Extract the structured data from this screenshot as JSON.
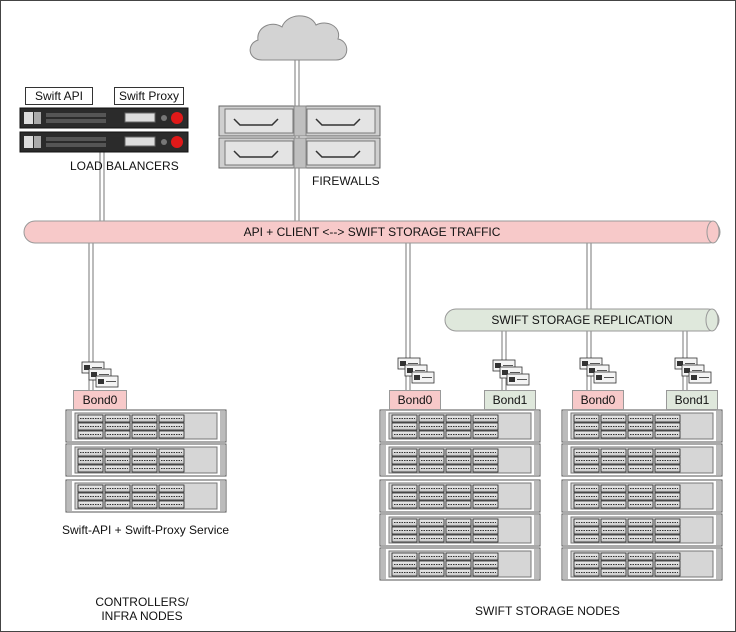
{
  "load_balancers": {
    "title": "LOAD BALANCERS",
    "tags": [
      "Swift API",
      "Swift Proxy"
    ]
  },
  "firewalls": {
    "title": "FIREWALLS"
  },
  "networks": {
    "traffic": "API + CLIENT <--> SWIFT STORAGE TRAFFIC",
    "replication": "SWIFT STORAGE REPLICATION"
  },
  "controllers": {
    "bond": "Bond0",
    "service": "Swift-API + Swift-Proxy Service",
    "title_line1": "CONTROLLERS/",
    "title_line2": "INFRA NODES"
  },
  "storage": {
    "bond0": "Bond0",
    "bond1": "Bond1",
    "title": "SWIFT STORAGE NODES"
  },
  "colors": {
    "traffic_pipe": "#f7c9c9",
    "replication_pipe": "#dfe8dc",
    "cloud": "#d3d3d3",
    "server_dark": "#2b2b2b",
    "alert_red": "#e01919"
  }
}
